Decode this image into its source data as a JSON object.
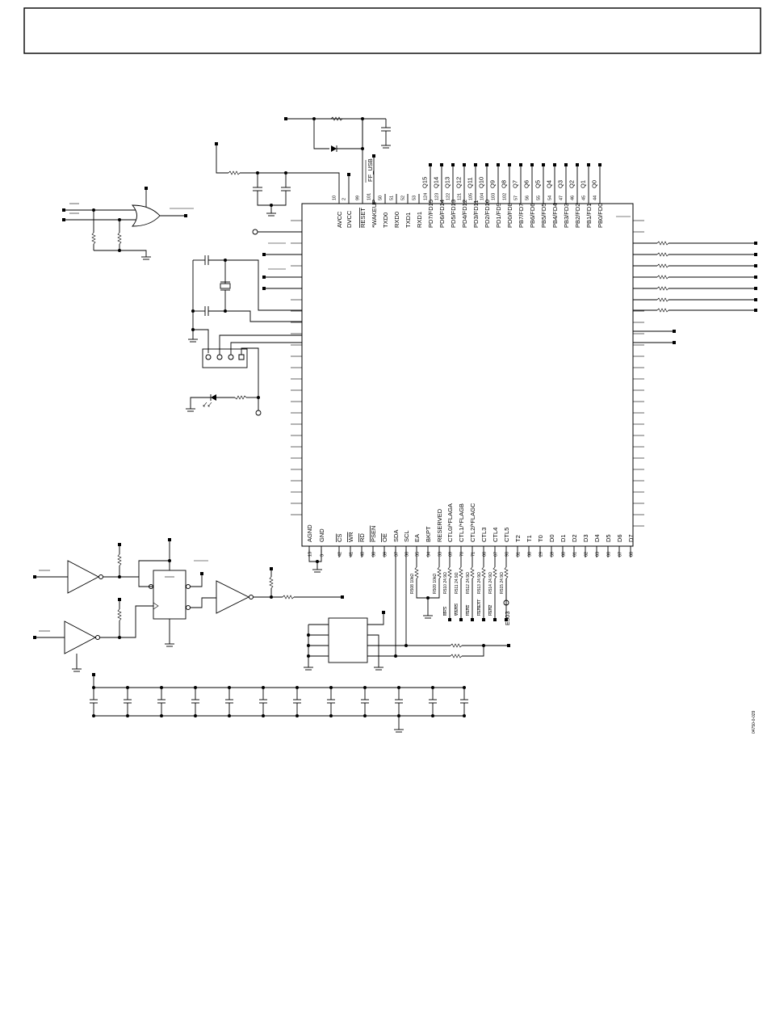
{
  "header": {
    "box_text": ""
  },
  "chip": {
    "top_pins": [
      {
        "num": "10",
        "name": "AVCC",
        "over": false
      },
      {
        "num": "2",
        "name": "DVCC",
        "over": false
      },
      {
        "num": "99",
        "name": "RESET",
        "over": true
      },
      {
        "num": "101",
        "name": "*WAKEUP",
        "over": false
      },
      {
        "num": "50",
        "name": "TXD0",
        "over": false
      },
      {
        "num": "51",
        "name": "RXD0",
        "over": false
      },
      {
        "num": "52",
        "name": "TXD1",
        "over": false
      },
      {
        "num": "53",
        "name": "RXD1",
        "over": false
      },
      {
        "num": "124",
        "name": "PD7/FD15",
        "over": false
      },
      {
        "num": "123",
        "name": "PD6/FD14",
        "over": false
      },
      {
        "num": "122",
        "name": "PD5/FD13",
        "over": false
      },
      {
        "num": "121",
        "name": "PD4/FD12",
        "over": false
      },
      {
        "num": "105",
        "name": "PD3/FD11",
        "over": false
      },
      {
        "num": "104",
        "name": "PD2/FD10",
        "over": false
      },
      {
        "num": "103",
        "name": "PD1/FD9",
        "over": false
      },
      {
        "num": "102",
        "name": "PD0/FD8",
        "over": false
      },
      {
        "num": "57",
        "name": "PB7/FD7",
        "over": false
      },
      {
        "num": "56",
        "name": "PB6/FD6",
        "over": false
      },
      {
        "num": "55",
        "name": "PB5/FD5",
        "over": false
      },
      {
        "num": "54",
        "name": "PB4/FD4",
        "over": false
      },
      {
        "num": "47",
        "name": "PB3/FD3",
        "over": false
      },
      {
        "num": "46",
        "name": "PB2/FD2",
        "over": false
      },
      {
        "num": "45",
        "name": "PB1/FD1",
        "over": false
      },
      {
        "num": "44",
        "name": "PB0/FD0",
        "over": false
      }
    ],
    "q_labels": [
      "Q15",
      "Q14",
      "Q13",
      "Q12",
      "Q11",
      "Q10",
      "Q9",
      "Q8",
      "Q7",
      "Q6",
      "Q5",
      "Q4",
      "Q3",
      "Q2",
      "Q1",
      "Q0"
    ],
    "ff_usb": "FF_USB",
    "bottom_pins": [
      {
        "num": "13",
        "name": "AGND",
        "over": false
      },
      {
        "num": "3",
        "name": "GND",
        "over": false
      },
      {
        "num": "42",
        "name": "CS",
        "over": true
      },
      {
        "num": "41",
        "name": "WR",
        "over": true
      },
      {
        "num": "40",
        "name": "RD",
        "over": true
      },
      {
        "num": "38",
        "name": "PSEN",
        "over": true
      },
      {
        "num": "39",
        "name": "OE",
        "over": true
      },
      {
        "num": "37",
        "name": "SDA",
        "over": false
      },
      {
        "num": "36",
        "name": "SCL",
        "over": false
      },
      {
        "num": "35",
        "name": "EA",
        "over": false
      },
      {
        "num": "34",
        "name": "BKPT",
        "over": false
      },
      {
        "num": "33",
        "name": "RESERVED",
        "over": false
      },
      {
        "num": "69",
        "name": "CTL0/*FLAGA",
        "over": false
      },
      {
        "num": "70",
        "name": "CTL1/*FLAGB",
        "over": false
      },
      {
        "num": "71",
        "name": "CTL2/*FLAGC",
        "over": false
      },
      {
        "num": "66",
        "name": "CTL3",
        "over": false
      },
      {
        "num": "67",
        "name": "CTL4",
        "over": false
      },
      {
        "num": "98",
        "name": "CTL5",
        "over": false
      },
      {
        "num": "31",
        "name": "T2",
        "over": false
      },
      {
        "num": "30",
        "name": "T1",
        "over": false
      },
      {
        "num": "29",
        "name": "T0",
        "over": false
      },
      {
        "num": "59",
        "name": "D0",
        "over": false
      },
      {
        "num": "60",
        "name": "D1",
        "over": false
      },
      {
        "num": "61",
        "name": "D2",
        "over": false
      },
      {
        "num": "62",
        "name": "D3",
        "over": false
      },
      {
        "num": "63",
        "name": "D4",
        "over": false
      },
      {
        "num": "86",
        "name": "D5",
        "over": false
      },
      {
        "num": "87",
        "name": "D6",
        "over": false
      },
      {
        "num": "88",
        "name": "D7",
        "over": false
      }
    ],
    "resistors": [
      {
        "name": "R508 10kΩ"
      },
      {
        "name": "R509 10kΩ"
      },
      {
        "name": "R510 24.9Ω"
      },
      {
        "name": "R511 24.9Ω"
      },
      {
        "name": "R512 24.9Ω"
      },
      {
        "name": "R513 24.9Ω"
      },
      {
        "name": "R514 24.9Ω"
      },
      {
        "name": "R515 24.9Ω"
      }
    ],
    "net_labels": [
      {
        "name": "MRS",
        "over": true
      },
      {
        "name": "WENS",
        "over": true
      },
      {
        "name": "REN1",
        "over": true
      },
      {
        "name": "RENEXT",
        "over": true
      },
      {
        "name": "REN2",
        "over": true
      }
    ],
    "test_point": "E503"
  },
  "figure_id": "04750-0-029"
}
